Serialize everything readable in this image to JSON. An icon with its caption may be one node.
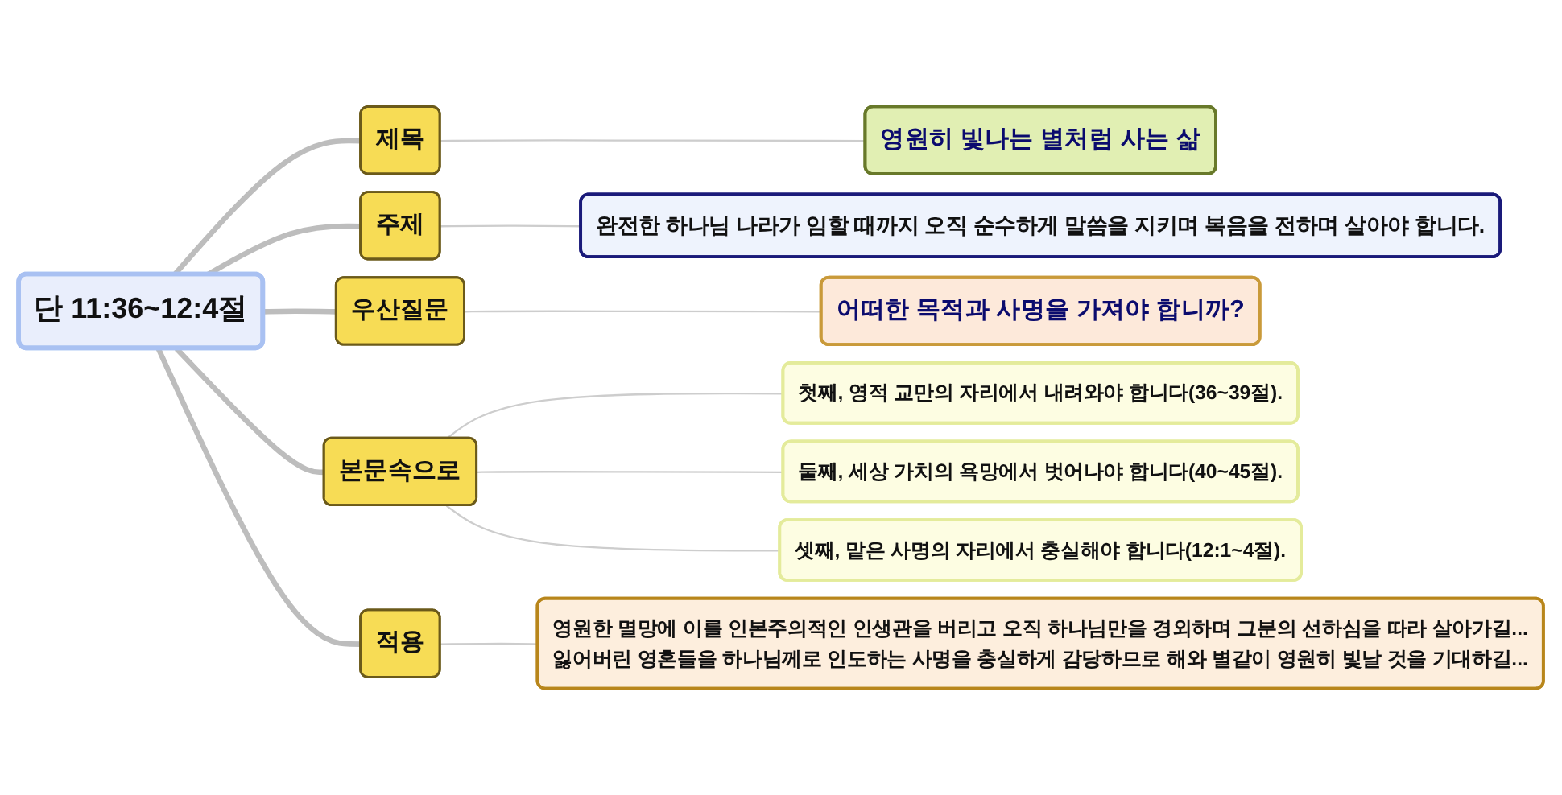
{
  "diagram": {
    "nodes": [
      {
        "text": [
          "단 11:36~12:4절"
        ]
      },
      {
        "text": [
          "제목"
        ]
      },
      {
        "text": [
          "영원히 빛나는 별처럼 사는 삶"
        ]
      },
      {
        "text": [
          "주제"
        ]
      },
      {
        "text": [
          "완전한 하나님 나라가 임할 때까지 오직 순수하게 말씀을 지키며 복음을 전하며 살아야 합니다."
        ]
      },
      {
        "text": [
          "우산질문"
        ]
      },
      {
        "text": [
          "어떠한 목적과 사명을 가져야 합니까?"
        ]
      },
      {
        "text": [
          "본문속으로"
        ]
      },
      {
        "text": [
          "첫째, 영적 교만의 자리에서 내려와야 합니다(36~39절)."
        ]
      },
      {
        "text": [
          "둘째, 세상 가치의 욕망에서 벗어나야 합니다(40~45절)."
        ]
      },
      {
        "text": [
          "셋째, 맡은 사명의 자리에서 충실해야 합니다(12:1~4절)."
        ]
      },
      {
        "text": [
          "적용"
        ]
      },
      {
        "text": [
          "영원한 멸망에 이를 인본주의적인 인생관을 버리고 오직 하나님만을 경외하며 그분의 선하심을 따라 살아가길...",
          "잃어버린 영혼들을 하나님께로 인도하는 사명을 충실하게 감당하므로 해와 별같이 영원히 빛날 것을 기대하길..."
        ]
      }
    ],
    "edges": [
      {
        "from": 0,
        "to": 1,
        "arrow": "none",
        "style": "thick"
      },
      {
        "from": 1,
        "to": 2,
        "arrow": "none"
      },
      {
        "from": 0,
        "to": 3,
        "arrow": "none",
        "style": "thick"
      },
      {
        "from": 3,
        "to": 4,
        "arrow": "none"
      },
      {
        "from": 0,
        "to": 5,
        "arrow": "none",
        "style": "thick"
      },
      {
        "from": 5,
        "to": 6,
        "arrow": "none"
      },
      {
        "from": 0,
        "to": 7,
        "arrow": "none",
        "style": "thick"
      },
      {
        "from": 7,
        "to": 8,
        "arrow": "none"
      },
      {
        "from": 7,
        "to": 9,
        "arrow": "none"
      },
      {
        "from": 7,
        "to": 10,
        "arrow": "none"
      },
      {
        "from": 0,
        "to": 11,
        "arrow": "none",
        "style": "thick"
      },
      {
        "from": 11,
        "to": 12,
        "arrow": "none"
      }
    ]
  }
}
